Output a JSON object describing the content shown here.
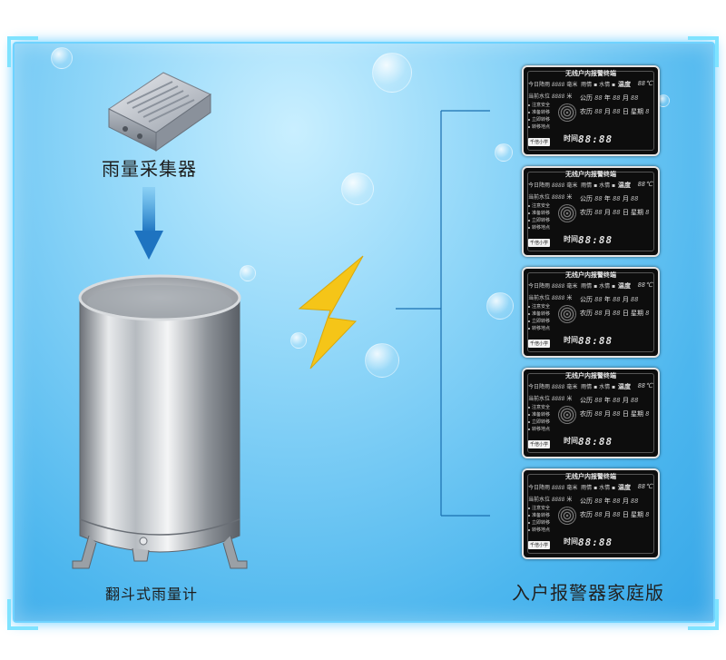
{
  "collector": {
    "label": "雨量采集器"
  },
  "gauge": {
    "label": "翻斗式雨量计"
  },
  "alarm": {
    "label": "入户报警器家庭版"
  },
  "panel": {
    "title": "无线户内报警终端",
    "today_rain": "今日降雨",
    "rain_val": "8888",
    "unit_mm": "毫米",
    "current_water": "当前水位",
    "water_val": "8888",
    "unit_m": "米",
    "rain_status": "雨情",
    "water_status": "水情",
    "temp": "温度",
    "temp_val": "88℃",
    "gongyuan": "公历",
    "nian": "年",
    "yue": "月",
    "nongli": "农历",
    "ri": "日",
    "xingqi": "星期",
    "seg8": "88",
    "statuses": [
      "注意安全",
      "准备转移",
      "立即转移",
      "转移地点"
    ],
    "tag": "千倍小学",
    "time": "时间",
    "time_val": "88:88"
  },
  "colors": {
    "frame": "#4cb6ee",
    "bolt": "#f5c518",
    "arrow": "#1e8fd8",
    "line": "#1a6fb0"
  }
}
